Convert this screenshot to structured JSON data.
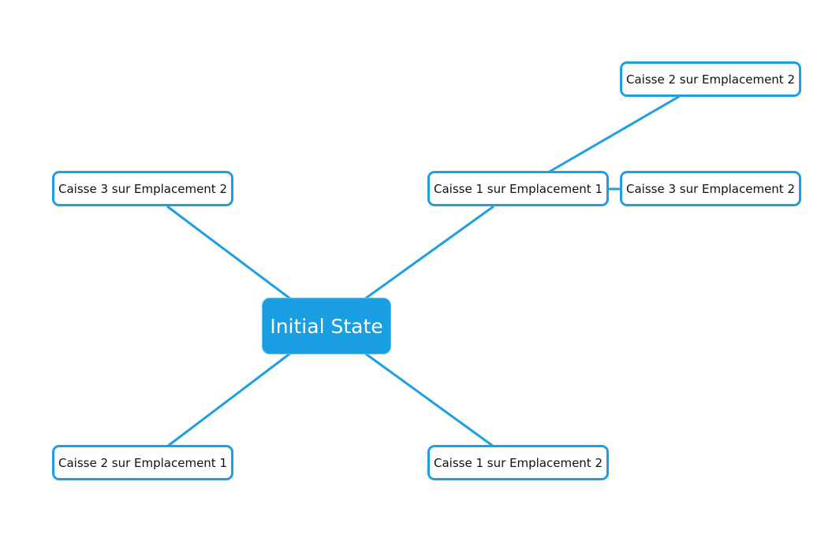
{
  "colors": {
    "accent": "#1f9fe0",
    "root_fill": "#1a9ee2",
    "node_fill": "#ffffff",
    "node_text": "#111111",
    "root_text": "#ffffff"
  },
  "root": {
    "label": "Initial State"
  },
  "nodes": {
    "left_top": "Caisse 3 sur Emplacement 2",
    "left_bottom": "Caisse 2 sur Emplacement 1",
    "right_mid": "Caisse 1 sur Emplacement 1",
    "right_bottom": "Caisse 1 sur Emplacement 2",
    "far_top": "Caisse 2 sur Emplacement 2",
    "far_mid": "Caisse 3 sur Emplacement 2"
  },
  "edges": [
    {
      "from": "root",
      "to": "left_top"
    },
    {
      "from": "root",
      "to": "left_bottom"
    },
    {
      "from": "root",
      "to": "right_mid"
    },
    {
      "from": "root",
      "to": "right_bottom"
    },
    {
      "from": "right_mid",
      "to": "far_top"
    },
    {
      "from": "right_mid",
      "to": "far_mid"
    }
  ]
}
